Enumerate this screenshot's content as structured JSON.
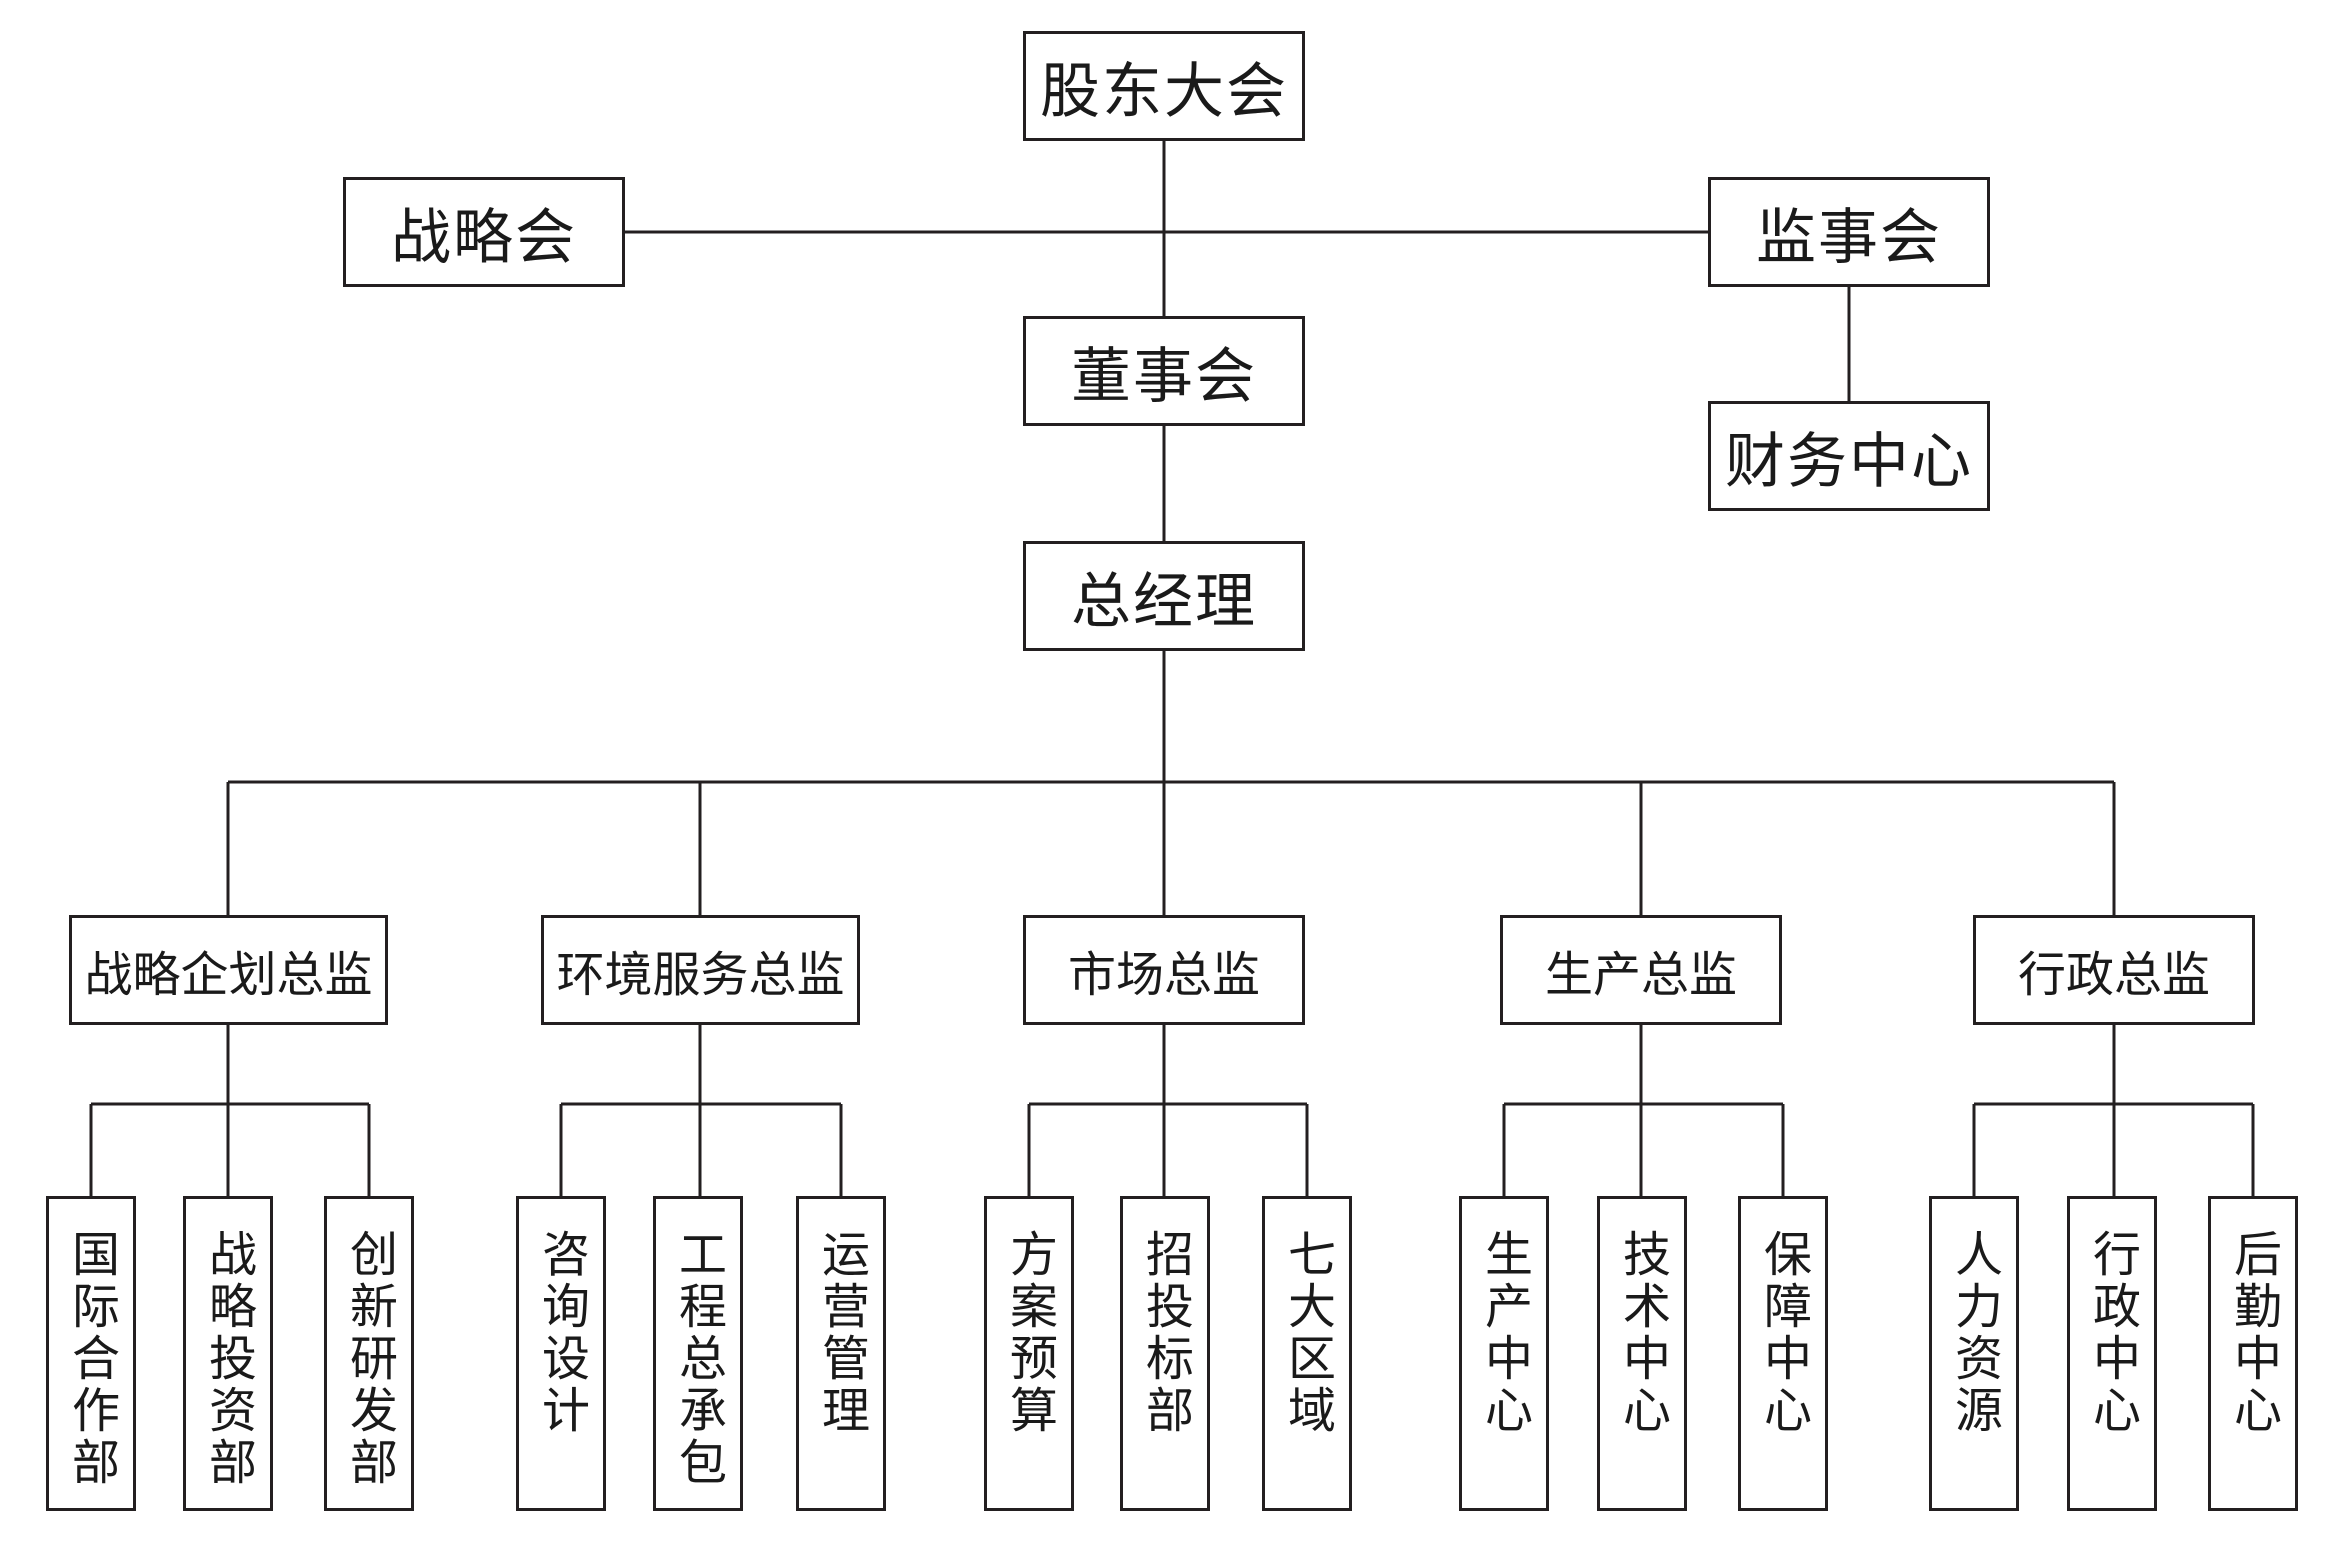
{
  "top": {
    "shareholders": "股东大会",
    "strategy_committee": "战略会",
    "supervisory_board": "监事会",
    "board_of_directors": "董事会",
    "finance_center": "财务中心",
    "general_manager": "总经理"
  },
  "directors": [
    {
      "label": "战略企划总监",
      "departments": [
        "国际合作部",
        "战略投资部",
        "创新研发部"
      ]
    },
    {
      "label": "环境服务总监",
      "departments": [
        "咨询设计",
        "工程总承包",
        "运营管理"
      ]
    },
    {
      "label": "市场总监",
      "departments": [
        "方案预算",
        "招投标部",
        "七大区域"
      ]
    },
    {
      "label": "生产总监",
      "departments": [
        "生产中心",
        "技术中心",
        "保障中心"
      ]
    },
    {
      "label": "行政总监",
      "departments": [
        "人力资源",
        "行政中心",
        "后勤中心"
      ]
    }
  ]
}
